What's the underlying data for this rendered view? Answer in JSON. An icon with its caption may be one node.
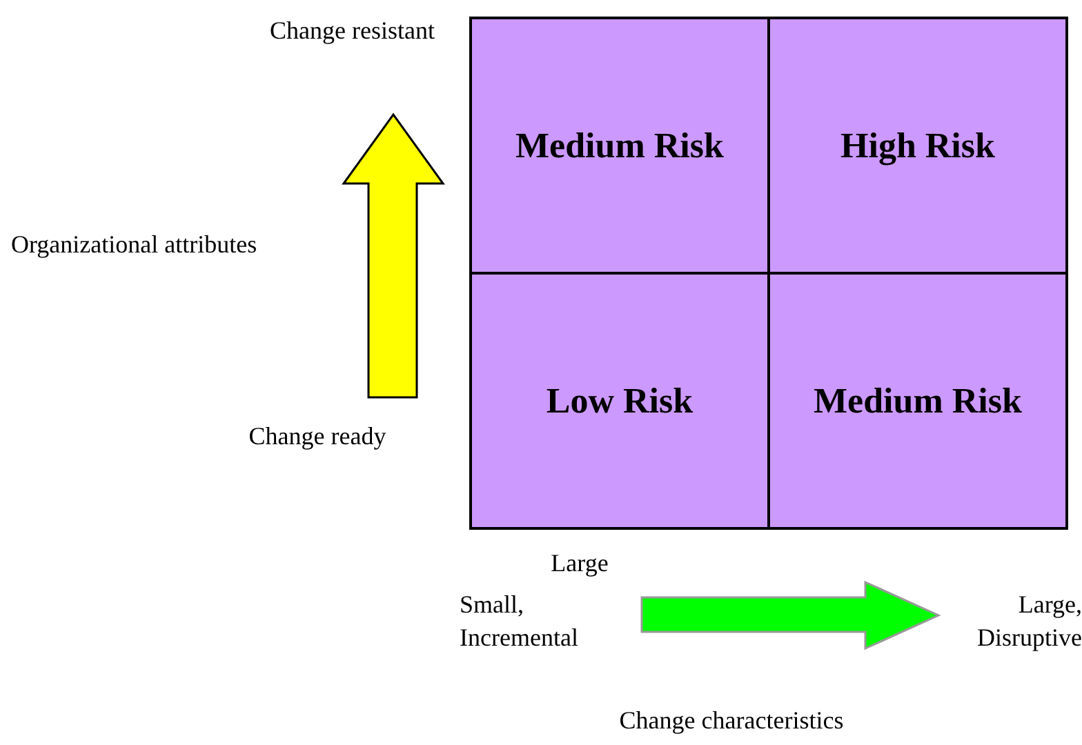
{
  "diagram": {
    "nodes": [
      {
        "text": [
          "Medium Risk"
        ]
      },
      {
        "text": [
          "High Risk"
        ]
      },
      {
        "text": [
          "Low Risk"
        ]
      },
      {
        "text": [
          "Medium Risk"
        ]
      }
    ],
    "labels": [
      "Change resistant",
      "Organizational attributes",
      "Change ready",
      "Large",
      "Small, Incremental",
      "Large, Disruptive",
      "Change characteristics"
    ]
  }
}
